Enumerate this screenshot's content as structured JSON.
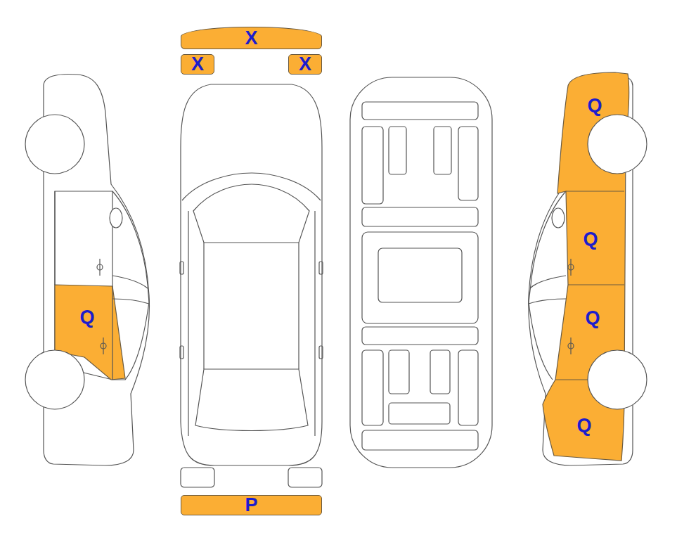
{
  "diagram": {
    "nodes": [
      {
        "text": [
          "X"
        ]
      },
      {
        "text": [
          "X"
        ]
      },
      {
        "text": [
          "X"
        ]
      },
      {
        "text": [
          "Q"
        ]
      },
      {
        "text": [
          "Q"
        ]
      },
      {
        "text": [
          "Q"
        ]
      },
      {
        "text": [
          "Q"
        ]
      },
      {
        "text": [
          "Q"
        ]
      },
      {
        "text": [
          "P"
        ]
      }
    ]
  }
}
